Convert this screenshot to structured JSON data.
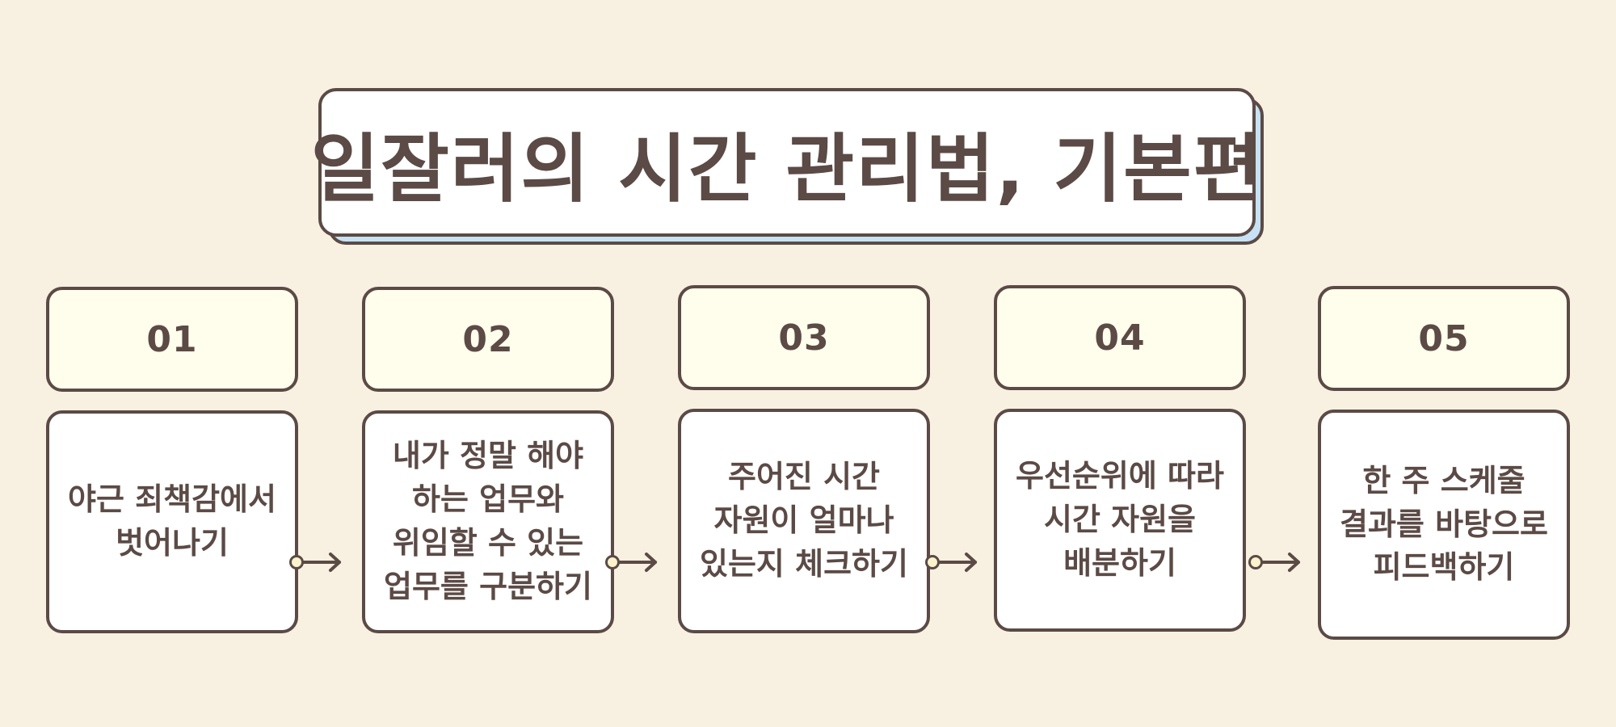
{
  "title": "일잘러의 시간 관리법, 기본편",
  "colors": {
    "background": "#f8f1e1",
    "ink": "#5b4a45",
    "title_shadow": "#c7e2f4",
    "number_box_fill": "#fffdec",
    "description_box_fill": "#ffffff",
    "connector_dot": "#fbf3cc"
  },
  "steps": [
    {
      "number": "01",
      "text": "야근 죄책감에서 벗어나기"
    },
    {
      "number": "02",
      "text": "내가 정말 해야 하는 업무와 위임할 수 있는 업무를 구분하기"
    },
    {
      "number": "03",
      "text": "주어진 시간 자원이 얼마나 있는지 체크하기"
    },
    {
      "number": "04",
      "text": "우선순위에 따라 시간 자원을 배분하기"
    },
    {
      "number": "05",
      "text": "한 주 스케줄 결과를 바탕으로 피드백하기"
    }
  ],
  "connectors": [
    {
      "from": "01",
      "to": "02",
      "icon": "arrow-right-icon"
    },
    {
      "from": "02",
      "to": "03",
      "icon": "arrow-right-icon"
    },
    {
      "from": "03",
      "to": "04",
      "icon": "arrow-right-icon"
    },
    {
      "from": "04",
      "to": "05",
      "icon": "arrow-right-icon"
    }
  ]
}
